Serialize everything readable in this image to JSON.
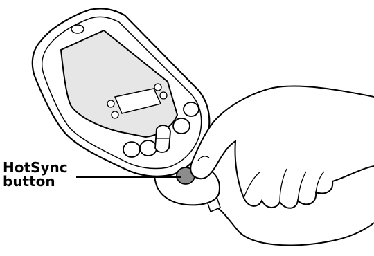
{
  "callout": {
    "line1": "HotSync",
    "line2": "button"
  },
  "colors": {
    "stroke": "#000000",
    "screen_fill": "#e6e6e6",
    "body_fill": "#ffffff"
  },
  "icons": [
    "pda-device",
    "hand",
    "hotsync-cradle",
    "cable"
  ]
}
